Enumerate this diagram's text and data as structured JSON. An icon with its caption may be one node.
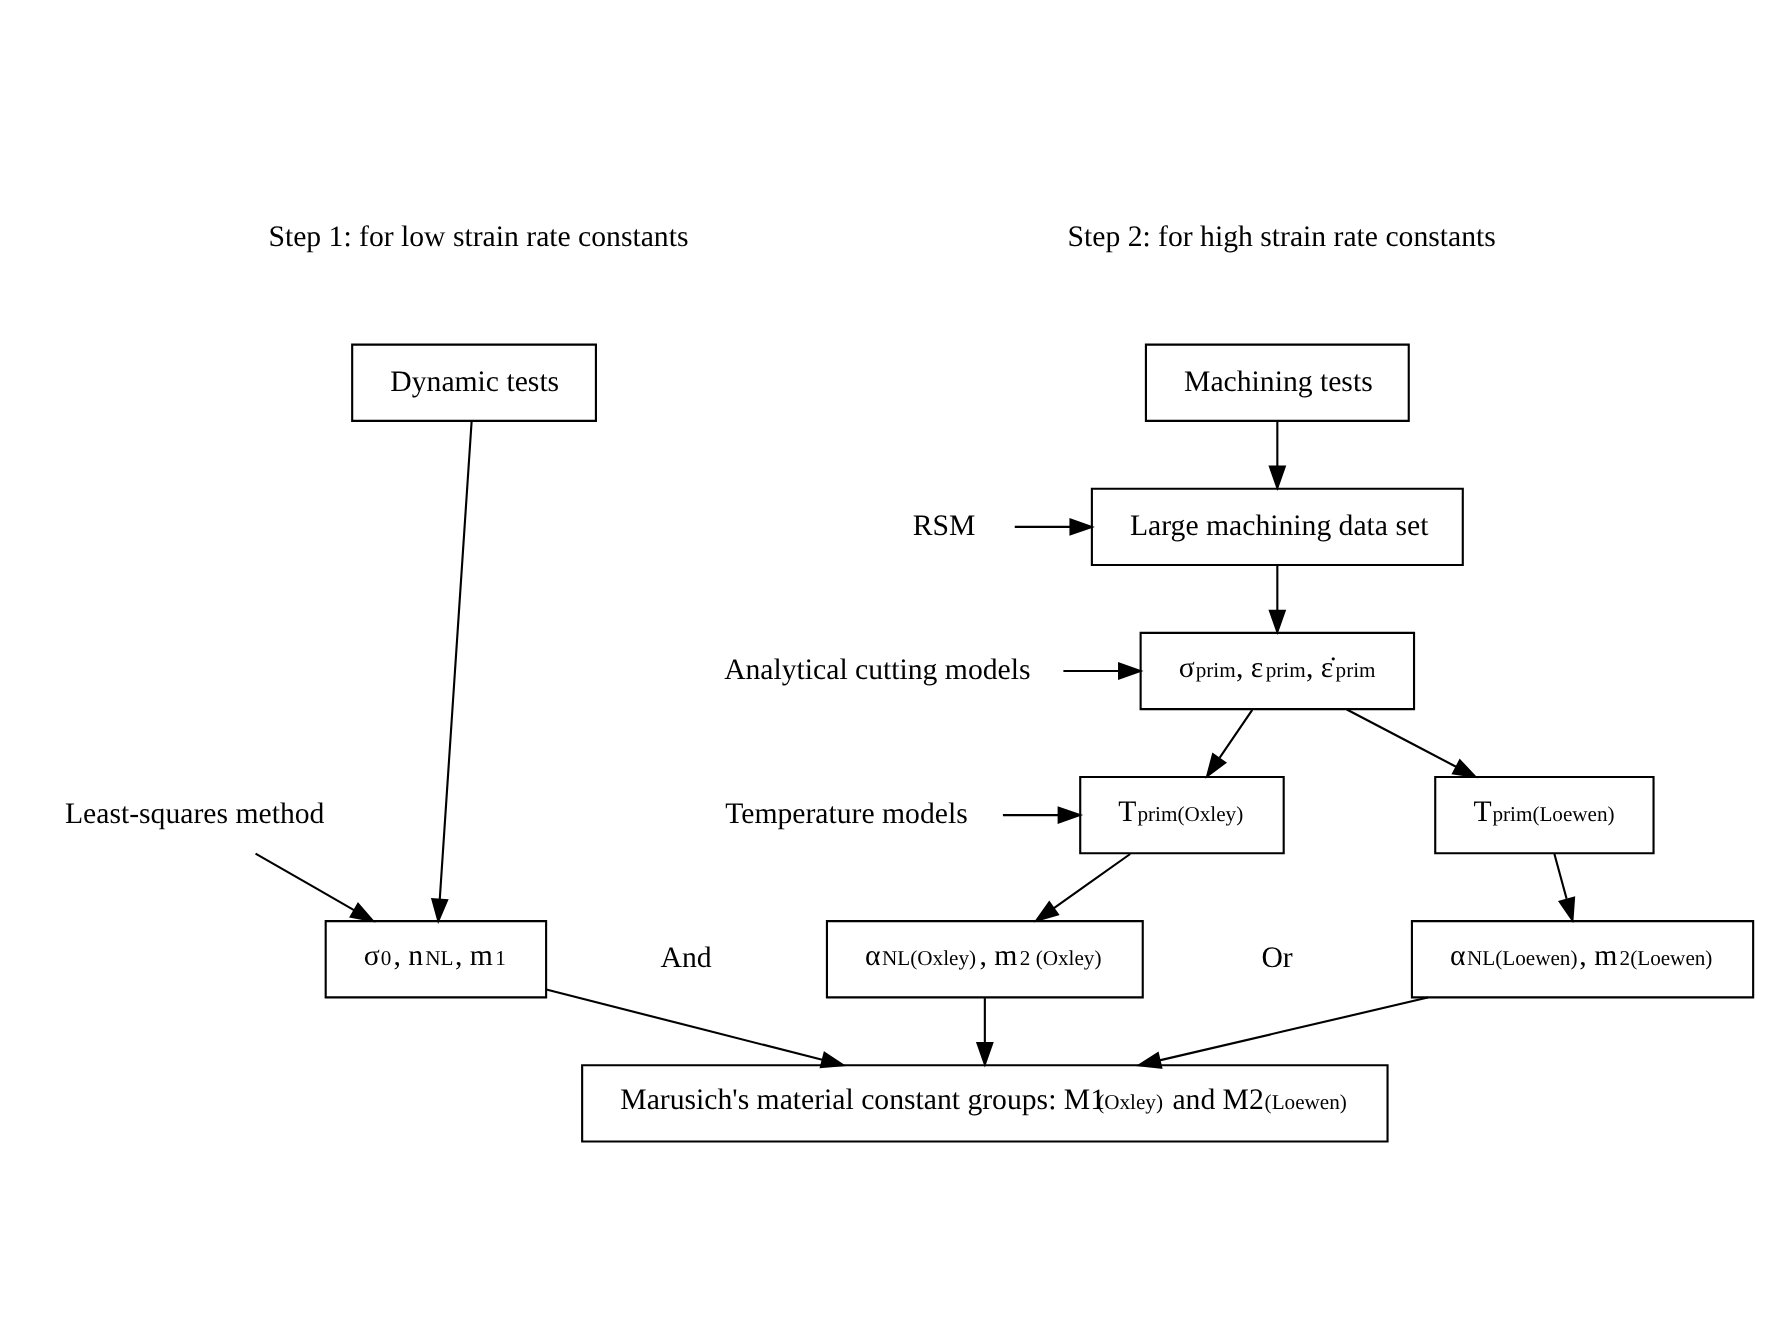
{
  "diagram": {
    "nodes": [
      {
        "text": [
          "Dynamic tests"
        ]
      },
      {
        "text": [
          "Machining tests"
        ]
      },
      {
        "text": [
          "RSM"
        ]
      },
      {
        "text": [
          "Large machining data set"
        ]
      },
      {
        "text": [
          "Analytical cutting models"
        ]
      },
      {
        "text": [
          "σ$_{prim}$, ε$_{prim}$, ε̇$_{prim}$"
        ]
      },
      {
        "text": [
          "Least-squares method"
        ]
      },
      {
        "text": [
          "Temperature models"
        ]
      },
      {
        "text": [
          "T$_{prim(Oxley)}$"
        ]
      },
      {
        "text": [
          "T$_{prim(Loewen)}$"
        ]
      },
      {
        "text": [
          "σ$_{0}$, n$_{NL}$, m$_{1}$"
        ]
      },
      {
        "text": [
          "α$_{NL(Oxley)}$, m$_{2 (Oxley)}$"
        ]
      },
      {
        "text": [
          "α$_{NL(Loewen)}$, m$_{2(Loewen)}$"
        ]
      },
      {
        "text": [
          "Marusich's material constant groups: M1$_{(Oxley)}$ and M2$_{(Loewen)}$"
        ]
      }
    ],
    "edges": [
      {
        "from": 0,
        "to": 10,
        "arrow": "to"
      },
      {
        "from": 6,
        "to": 10,
        "arrow": "to"
      },
      {
        "from": 1,
        "to": 3,
        "arrow": "to"
      },
      {
        "from": 2,
        "to": 3,
        "arrow": "to"
      },
      {
        "from": 3,
        "to": 5,
        "arrow": "to"
      },
      {
        "from": 4,
        "to": 5,
        "arrow": "to"
      },
      {
        "from": 5,
        "to": 8,
        "arrow": "to"
      },
      {
        "from": 5,
        "to": 9,
        "arrow": "to"
      },
      {
        "from": 7,
        "to": 8,
        "arrow": "to"
      },
      {
        "from": 8,
        "to": 11,
        "arrow": "to"
      },
      {
        "from": 9,
        "to": 12,
        "arrow": "to"
      },
      {
        "from": 10,
        "to": 13,
        "arrow": "to"
      },
      {
        "from": 11,
        "to": 13,
        "arrow": "to"
      },
      {
        "from": 12,
        "to": 13,
        "arrow": "to"
      }
    ],
    "labels": [
      "Step 1: for low strain rate constants",
      "Step 2: for high strain rate constants",
      "And",
      "Or"
    ]
  }
}
